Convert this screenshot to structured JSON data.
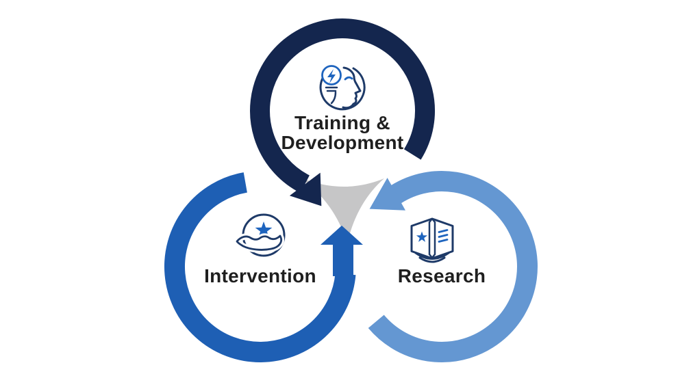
{
  "colors": {
    "background": "#FFFFFF",
    "navy": "#14264E",
    "blue": "#1E5FB4",
    "light_blue": "#6497D2",
    "gray": "#C6C6C7",
    "icon_navy": "#1E3A68",
    "icon_blue": "#1E64BE",
    "text": "#1F1F1F",
    "white": "#FFFFFF"
  },
  "diagram": {
    "type": "cycle",
    "center": {
      "shape": "converging-arrows-triangle"
    },
    "nodes": [
      {
        "id": "training-development",
        "label": "Training & Development",
        "label_line1": "Training &",
        "label_line2": "Development",
        "icon": "head-lightbulb-icon",
        "color_key": "navy"
      },
      {
        "id": "intervention",
        "label": "Intervention",
        "icon": "hand-star-icon",
        "color_key": "blue"
      },
      {
        "id": "research",
        "label": "Research",
        "icon": "open-book-icon",
        "color_key": "light_blue"
      }
    ]
  }
}
